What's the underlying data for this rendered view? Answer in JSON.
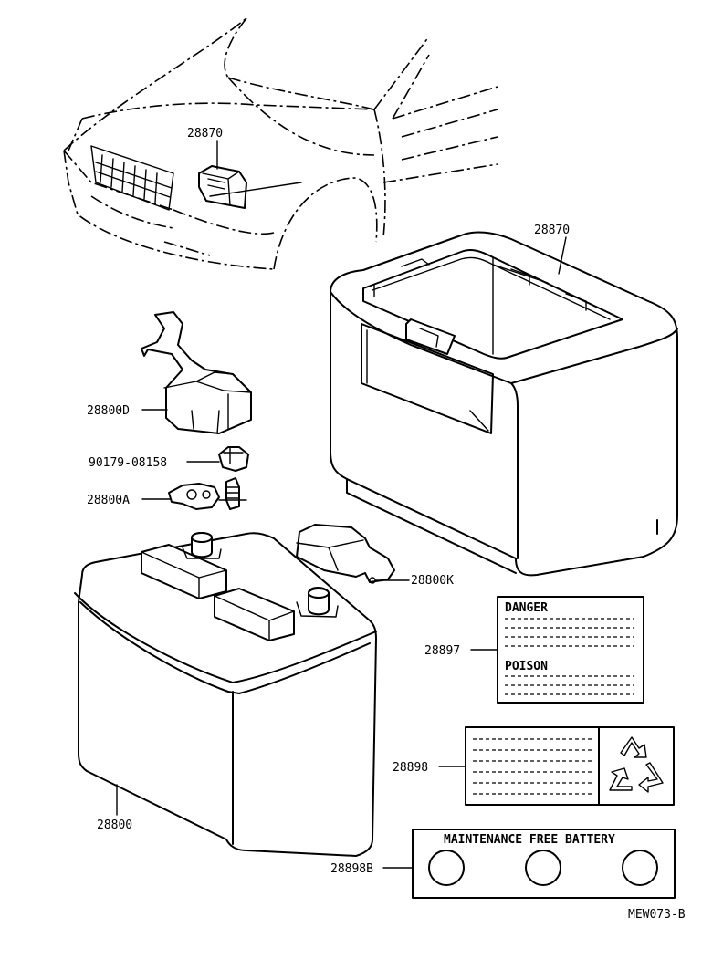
{
  "labels": {
    "tray_top": "28870",
    "tray_car": "28870",
    "cover_d": "28800D",
    "bolt": "90179-08158",
    "clamp_a": "28800A",
    "cover_k": "28800K",
    "label_danger": "28897",
    "label_recycle": "28898",
    "label_mfb": "28898B",
    "battery": "28800"
  },
  "danger_label": {
    "line1": "DANGER",
    "line2": "POISON"
  },
  "mfb_label": {
    "title": "MAINTENANCE FREE BATTERY"
  },
  "drawing_ref": "MEW073-B"
}
